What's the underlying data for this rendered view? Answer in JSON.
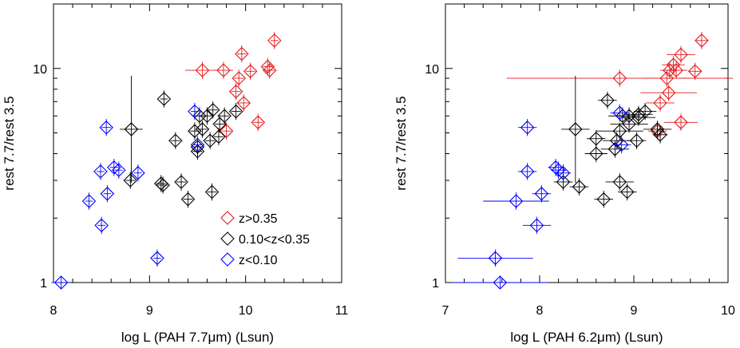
{
  "chart_data": [
    {
      "type": "scatter",
      "xlabel": "log L (PAH 7.7μm) (Lsun)",
      "ylabel": "rest 7.7/rest 3.5",
      "xlim": [
        8,
        11
      ],
      "ylim": [
        1,
        20
      ],
      "yscale": "log",
      "xticks": [
        8,
        9,
        10,
        11
      ],
      "yticks": [
        1,
        10
      ],
      "legend": {
        "position": "bottom-right",
        "entries": [
          {
            "label": "z>0.35",
            "color": "#e41a1c"
          },
          {
            "label": "0.10<z<0.35",
            "color": "#000000"
          },
          {
            "label": "z<0.10",
            "color": "#0000ff"
          }
        ]
      },
      "series": [
        {
          "name": "z>0.35",
          "color": "#e41a1c",
          "points": [
            {
              "x": 10.3,
              "y": 13.5,
              "xerr": 0.04,
              "yerr": 0.04
            },
            {
              "x": 9.96,
              "y": 11.7,
              "xerr": 0.05,
              "yerr": 0.04
            },
            {
              "x": 10.23,
              "y": 10.2,
              "xerr": 0.05,
              "yerr": 0.04
            },
            {
              "x": 10.25,
              "y": 9.8,
              "xerr": 0.05,
              "yerr": 0.04
            },
            {
              "x": 10.05,
              "y": 9.7,
              "xerr": 0.05,
              "yerr": 0.04
            },
            {
              "x": 9.55,
              "y": 9.8,
              "xerr": 0.18,
              "yerr": 0.04
            },
            {
              "x": 9.77,
              "y": 9.8,
              "xerr": 0.1,
              "yerr": 0.04
            },
            {
              "x": 9.93,
              "y": 9.0,
              "xerr": 0.05,
              "yerr": 0.04
            },
            {
              "x": 9.9,
              "y": 7.8,
              "xerr": 0.05,
              "yerr": 0.04
            },
            {
              "x": 9.98,
              "y": 6.9,
              "xerr": 0.06,
              "yerr": 0.04
            },
            {
              "x": 10.13,
              "y": 5.6,
              "xerr": 0.05,
              "yerr": 0.04
            },
            {
              "x": 9.8,
              "y": 5.1,
              "xerr": 0.05,
              "yerr": 0.04
            }
          ]
        },
        {
          "name": "0.10<z<0.35",
          "color": "#000000",
          "points": [
            {
              "x": 9.15,
              "y": 7.2,
              "xerr": 0.04,
              "yerr": 0.04
            },
            {
              "x": 9.52,
              "y": 6.0,
              "xerr": 0.05,
              "yerr": 0.04
            },
            {
              "x": 9.6,
              "y": 6.0,
              "xerr": 0.05,
              "yerr": 0.04
            },
            {
              "x": 9.66,
              "y": 6.4,
              "xerr": 0.05,
              "yerr": 0.04
            },
            {
              "x": 9.9,
              "y": 6.3,
              "xerr": 0.05,
              "yerr": 0.04
            },
            {
              "x": 9.78,
              "y": 6.0,
              "xerr": 0.05,
              "yerr": 0.04
            },
            {
              "x": 9.73,
              "y": 5.5,
              "xerr": 0.05,
              "yerr": 0.04
            },
            {
              "x": 9.47,
              "y": 5.1,
              "xerr": 0.05,
              "yerr": 0.04
            },
            {
              "x": 9.55,
              "y": 5.2,
              "xerr": 0.05,
              "yerr": 0.04
            },
            {
              "x": 9.63,
              "y": 4.6,
              "xerr": 0.05,
              "yerr": 0.04
            },
            {
              "x": 9.72,
              "y": 4.8,
              "xerr": 0.05,
              "yerr": 0.04
            },
            {
              "x": 9.27,
              "y": 4.6,
              "xerr": 0.05,
              "yerr": 0.04
            },
            {
              "x": 9.5,
              "y": 4.1,
              "xerr": 0.05,
              "yerr": 0.04
            },
            {
              "x": 9.5,
              "y": 4.3,
              "xerr": 0.05,
              "yerr": 0.04
            },
            {
              "x": 8.81,
              "y": 5.2,
              "xerr": 0.12,
              "yerr": 0.25
            },
            {
              "x": 8.8,
              "y": 3.0,
              "xerr": 0.05,
              "yerr": 0.04
            },
            {
              "x": 9.12,
              "y": 2.9,
              "xerr": 0.05,
              "yerr": 0.04
            },
            {
              "x": 9.14,
              "y": 2.85,
              "xerr": 0.05,
              "yerr": 0.04
            },
            {
              "x": 9.33,
              "y": 2.95,
              "xerr": 0.05,
              "yerr": 0.04
            },
            {
              "x": 9.4,
              "y": 2.45,
              "xerr": 0.05,
              "yerr": 0.04
            },
            {
              "x": 9.65,
              "y": 2.65,
              "xerr": 0.05,
              "yerr": 0.04
            }
          ]
        },
        {
          "name": "z<0.10",
          "color": "#0000ff",
          "points": [
            {
              "x": 9.47,
              "y": 6.3,
              "xerr": 0.04,
              "yerr": 0.04
            },
            {
              "x": 9.5,
              "y": 4.4,
              "xerr": 0.04,
              "yerr": 0.04
            },
            {
              "x": 8.55,
              "y": 5.3,
              "xerr": 0.05,
              "yerr": 0.04
            },
            {
              "x": 8.63,
              "y": 3.45,
              "xerr": 0.04,
              "yerr": 0.04
            },
            {
              "x": 8.68,
              "y": 3.35,
              "xerr": 0.04,
              "yerr": 0.04
            },
            {
              "x": 8.88,
              "y": 3.25,
              "xerr": 0.04,
              "yerr": 0.04
            },
            {
              "x": 8.49,
              "y": 3.3,
              "xerr": 0.04,
              "yerr": 0.04
            },
            {
              "x": 8.56,
              "y": 2.6,
              "xerr": 0.04,
              "yerr": 0.04
            },
            {
              "x": 8.37,
              "y": 2.4,
              "xerr": 0.04,
              "yerr": 0.04
            },
            {
              "x": 8.5,
              "y": 1.85,
              "xerr": 0.04,
              "yerr": 0.04
            },
            {
              "x": 9.08,
              "y": 1.3,
              "xerr": 0.04,
              "yerr": 0.04
            },
            {
              "x": 8.08,
              "y": 1.0,
              "xerr": 0.1,
              "yerr": 0.03
            }
          ]
        }
      ]
    },
    {
      "type": "scatter",
      "xlabel": "log L (PAH 6.2μm) (Lsun)",
      "ylabel": "rest 7.7/rest 3.5",
      "xlim": [
        7,
        10
      ],
      "ylim": [
        1,
        20
      ],
      "yscale": "log",
      "xticks": [
        7,
        8,
        9,
        10
      ],
      "yticks": [
        1,
        10
      ],
      "series": [
        {
          "name": "z>0.35",
          "color": "#e41a1c",
          "points": [
            {
              "x": 9.72,
              "y": 13.5,
              "xerr": 0.06,
              "yerr": 0.04
            },
            {
              "x": 9.5,
              "y": 11.6,
              "xerr": 0.15,
              "yerr": 0.04
            },
            {
              "x": 9.42,
              "y": 10.4,
              "xerr": 0.12,
              "yerr": 0.04
            },
            {
              "x": 9.38,
              "y": 9.8,
              "xerr": 0.1,
              "yerr": 0.04
            },
            {
              "x": 9.45,
              "y": 9.8,
              "xerr": 0.12,
              "yerr": 0.04
            },
            {
              "x": 9.65,
              "y": 9.7,
              "xerr": 0.07,
              "yerr": 0.04
            },
            {
              "x": 8.85,
              "y": 9.0,
              "xerr": 1.2,
              "yerr": 0.04
            },
            {
              "x": 9.35,
              "y": 9.0,
              "xerr": 0.25,
              "yerr": 0.04
            },
            {
              "x": 9.37,
              "y": 7.7,
              "xerr": 0.3,
              "yerr": 0.04
            },
            {
              "x": 9.28,
              "y": 6.9,
              "xerr": 0.15,
              "yerr": 0.04
            },
            {
              "x": 9.5,
              "y": 5.6,
              "xerr": 0.18,
              "yerr": 0.04
            },
            {
              "x": 9.25,
              "y": 5.1,
              "xerr": 0.1,
              "yerr": 0.04
            }
          ]
        },
        {
          "name": "0.10<z<0.35",
          "color": "#000000",
          "points": [
            {
              "x": 8.72,
              "y": 7.1,
              "xerr": 0.1,
              "yerr": 0.04
            },
            {
              "x": 8.95,
              "y": 6.0,
              "xerr": 0.12,
              "yerr": 0.04
            },
            {
              "x": 9.05,
              "y": 6.1,
              "xerr": 0.15,
              "yerr": 0.04
            },
            {
              "x": 9.12,
              "y": 6.3,
              "xerr": 0.12,
              "yerr": 0.04
            },
            {
              "x": 8.88,
              "y": 6.0,
              "xerr": 0.15,
              "yerr": 0.04
            },
            {
              "x": 8.95,
              "y": 5.5,
              "xerr": 0.2,
              "yerr": 0.04
            },
            {
              "x": 9.05,
              "y": 5.9,
              "xerr": 0.18,
              "yerr": 0.04
            },
            {
              "x": 8.85,
              "y": 5.1,
              "xerr": 0.25,
              "yerr": 0.04
            },
            {
              "x": 9.25,
              "y": 5.2,
              "xerr": 0.15,
              "yerr": 0.04
            },
            {
              "x": 8.38,
              "y": 5.2,
              "xerr": 0.15,
              "yerr": 0.25
            },
            {
              "x": 8.6,
              "y": 4.7,
              "xerr": 0.1,
              "yerr": 0.04
            },
            {
              "x": 8.82,
              "y": 4.6,
              "xerr": 0.15,
              "yerr": 0.04
            },
            {
              "x": 9.03,
              "y": 4.6,
              "xerr": 0.1,
              "yerr": 0.04
            },
            {
              "x": 9.28,
              "y": 4.9,
              "xerr": 0.08,
              "yerr": 0.04
            },
            {
              "x": 8.6,
              "y": 4.0,
              "xerr": 0.12,
              "yerr": 0.04
            },
            {
              "x": 8.8,
              "y": 4.2,
              "xerr": 0.15,
              "yerr": 0.04
            },
            {
              "x": 8.85,
              "y": 2.95,
              "xerr": 0.15,
              "yerr": 0.04
            },
            {
              "x": 8.93,
              "y": 2.65,
              "xerr": 0.1,
              "yerr": 0.04
            },
            {
              "x": 8.68,
              "y": 2.45,
              "xerr": 0.1,
              "yerr": 0.04
            },
            {
              "x": 8.42,
              "y": 2.8,
              "xerr": 0.1,
              "yerr": 0.04
            },
            {
              "x": 8.25,
              "y": 2.95,
              "xerr": 0.1,
              "yerr": 0.04
            }
          ]
        },
        {
          "name": "z<0.10",
          "color": "#0000ff",
          "points": [
            {
              "x": 8.85,
              "y": 6.2,
              "xerr": 0.1,
              "yerr": 0.04
            },
            {
              "x": 8.87,
              "y": 4.4,
              "xerr": 0.1,
              "yerr": 0.04
            },
            {
              "x": 7.87,
              "y": 5.3,
              "xerr": 0.1,
              "yerr": 0.04
            },
            {
              "x": 8.17,
              "y": 3.45,
              "xerr": 0.08,
              "yerr": 0.04
            },
            {
              "x": 8.2,
              "y": 3.35,
              "xerr": 0.08,
              "yerr": 0.04
            },
            {
              "x": 8.25,
              "y": 3.25,
              "xerr": 0.08,
              "yerr": 0.04
            },
            {
              "x": 7.87,
              "y": 3.3,
              "xerr": 0.1,
              "yerr": 0.04
            },
            {
              "x": 8.02,
              "y": 2.6,
              "xerr": 0.1,
              "yerr": 0.04
            },
            {
              "x": 7.75,
              "y": 2.4,
              "xerr": 0.35,
              "yerr": 0.04
            },
            {
              "x": 7.97,
              "y": 1.85,
              "xerr": 0.15,
              "yerr": 0.04
            },
            {
              "x": 7.53,
              "y": 1.3,
              "xerr": 0.4,
              "yerr": 0.04
            },
            {
              "x": 7.58,
              "y": 1.0,
              "xerr": 0.5,
              "yerr": 0.03
            }
          ]
        }
      ]
    }
  ]
}
